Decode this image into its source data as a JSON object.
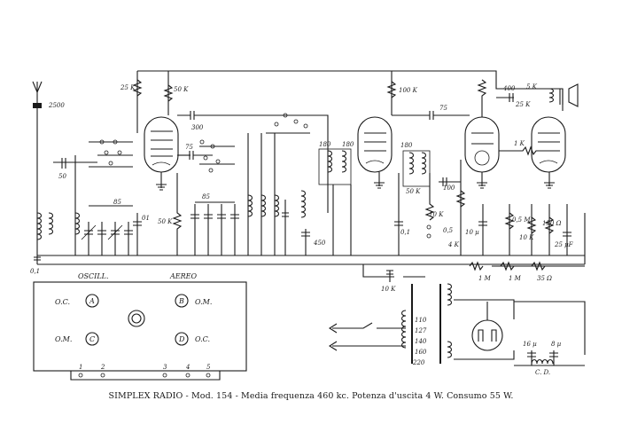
{
  "caption": "SIMPLEX RADIO - Mod. 154 - Media frequenza 460 kc. Potenza d'uscita 4 W. Consumo 55 W.",
  "components": {
    "r_25k": "25 K",
    "r_50k_top": "50 K",
    "c_300": "300",
    "r_100k": "100 K",
    "c_75_mid": "75",
    "c_400": "400",
    "r_25k_right": "25 K",
    "r_5k": "5 K",
    "c_2500": "2500",
    "c_50": "50",
    "c_85_left": "85",
    "c_01_left": "01",
    "c_01_bl": "0,1",
    "c_75_left": "75",
    "c_85_mid": "85",
    "r_50k_mid": "50 K",
    "c_450": "450",
    "c_180_a": "180",
    "c_180_b": "180",
    "c_180_c": "180",
    "r_50k_right": "50 K",
    "c_100": "100",
    "r_10k_a": "10 K",
    "r_05": "0,5",
    "c_01_right": "0,1",
    "r_4k": "4 K",
    "c_10u": "10 µ",
    "r_1k": "1 K",
    "r_05m": "0,5 M",
    "r_10k_b": "10 K",
    "r_150": "150 Ω",
    "c_25u": "25 µF",
    "r_10k_bottom": "10 K",
    "r_1m_a": "1 M",
    "r_1m_b": "1 M",
    "r_35": "35 Ω",
    "v_110": "110",
    "v_127": "127",
    "v_140": "140",
    "v_160": "160",
    "v_220": "220",
    "c_16u": "16 µ",
    "c_8u": "8 µ",
    "cd": "C. D."
  },
  "panel": {
    "oscill": "OSCILL.",
    "aereo": "AEREO",
    "oc_left": "O.C.",
    "om_left": "O.M.",
    "om_right": "O.M.",
    "oc_right": "O.C.",
    "knob_a": "A",
    "knob_b": "B",
    "knob_c": "C",
    "knob_d": "D",
    "terminals": [
      "1",
      "2",
      "3",
      "4",
      "5"
    ]
  }
}
